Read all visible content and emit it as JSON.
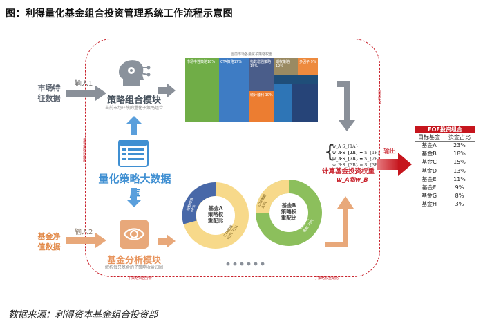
{
  "title": "图：利得量化基金组合投资管理系统工作流程示意图",
  "footer": "数据来源：利得资本基金组合投资部",
  "inputs": {
    "market_data": "市场特\n征数据",
    "input1": "输入1",
    "fund_data": "基金净\n值数据",
    "input2": "输入2"
  },
  "strategy_module": {
    "title": "策略组合模块",
    "subtitle": "当前市场环境的量化子策略组合"
  },
  "database": {
    "title": "量化策略大数据库"
  },
  "fund_analysis": {
    "title": "基金分析模块",
    "subtitle": "解析每只基金的子策略收益归因"
  },
  "treemap": {
    "caption": "当前市场各量化子策略权重",
    "cells": [
      "市场中性策略18%",
      "CTA策略17%",
      "指数增强策略15%",
      "统计套利 10%",
      "期权策略12%",
      "多因子 9%",
      "",
      "",
      ""
    ]
  },
  "donut_a": {
    "center": "基金A\n策略权\n重配比",
    "seg1": "指数增强\n40%",
    "seg2": "CTA策略\n60%  35%"
  },
  "donut_b": {
    "center": "基金B\n策略权\n重配比",
    "seg1": "CTA策略\n30%",
    "seg2": "市场中性\n策略 70%"
  },
  "calc": {
    "eq1": "w_A·S_{1A} + w_B·S_{1B} = S_{1F}",
    "eq2": "w_A·S_{2A} + w_B·S_{2B} = S_{2F}",
    "eq3": "w_A·S_{3A} + w_B·S_{3B} = S_{3F}",
    "label": "计算基金投资权重",
    "weights": "w_A和w_B"
  },
  "output": {
    "label": "输出"
  },
  "fof": {
    "title": "FOF投资组合",
    "headers": [
      "目标基金",
      "资金占比"
    ],
    "rows": [
      [
        "基金A",
        "23%"
      ],
      [
        "基金B",
        "18%"
      ],
      [
        "基金C",
        "15%"
      ],
      [
        "基金D",
        "13%"
      ],
      [
        "基金E",
        "11%"
      ],
      [
        "基金F",
        "9%"
      ],
      [
        "基金G",
        "8%"
      ],
      [
        "基金H",
        "3%"
      ]
    ]
  },
  "frame_side_labels": {
    "left": "量化策略数据库",
    "right": "投资组合",
    "bottom1": "子策略归因分析",
    "bottom2": "子策略权重配比"
  },
  "colors": {
    "accent_red": "#c9232d",
    "blue": "#3f8fd2",
    "orange": "#e8955e",
    "green": "#7fb24a",
    "yellow": "#f7d98a",
    "navy": "#4868a8"
  }
}
